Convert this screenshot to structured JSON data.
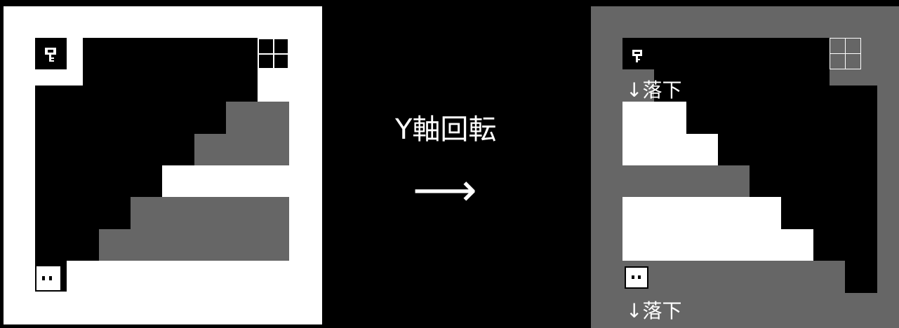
{
  "transition": {
    "title": "Y軸回転",
    "arrow": "⟶"
  },
  "after_panel": {
    "fall_label_top": "↓落下",
    "fall_label_bottom": "↓落下"
  },
  "icons": {
    "key": "key-icon",
    "player": "player-icon",
    "exit": "exit-window-icon"
  },
  "colors": {
    "background": "#000000",
    "solid_white": "#ffffff",
    "solid_gray": "#666666"
  }
}
